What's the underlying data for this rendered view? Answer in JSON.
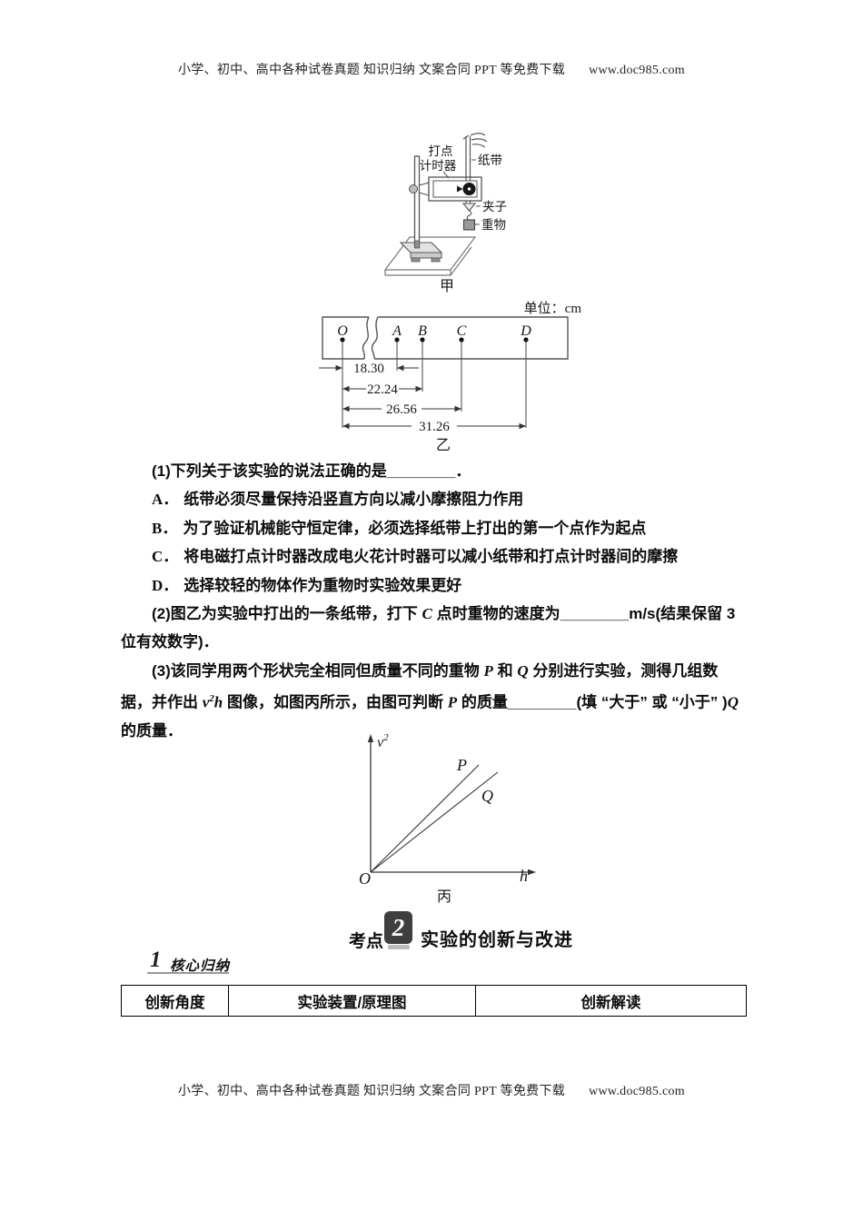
{
  "page": {
    "header": {
      "text": "小学、初中、高中各种试卷真题 知识归纳 文案合同 PPT 等免费下载",
      "url": "www.doc985.com"
    },
    "footer": {
      "text": "小学、初中、高中各种试卷真题 知识归纳 文案合同 PPT 等免费下载",
      "url": "www.doc985.com"
    }
  },
  "figure_jia": {
    "labels": {
      "timer_line1": "打点",
      "timer_line2": "计时器",
      "tape": "纸带",
      "clip": "夹子",
      "weight": "重物",
      "caption": "甲"
    }
  },
  "figure_yi": {
    "unit": "单位：cm",
    "points": [
      "O",
      "A",
      "B",
      "C",
      "D"
    ],
    "measurements": [
      "18.30",
      "22.24",
      "26.56",
      "31.26"
    ],
    "caption": "乙"
  },
  "questions": {
    "q1": {
      "text": "(1)下列关于该实验的说法正确的是",
      "blank": "________",
      "period": "．"
    },
    "options": [
      {
        "label": "A．",
        "text": "纸带必须尽量保持沿竖直方向以减小摩擦阻力作用"
      },
      {
        "label": "B．",
        "text": "为了验证机械能守恒定律，必须选择纸带上打出的第一个点作为起点"
      },
      {
        "label": "C．",
        "text": "将电磁打点计时器改成电火花计时器可以减小纸带和打点计时器间的摩擦"
      },
      {
        "label": "D．",
        "text": "选择较轻的物体作为重物时实验效果更好"
      }
    ],
    "q2": {
      "seg1": "(2)图乙为实验中打出的一条纸带，打下 ",
      "var1": "C",
      "seg2": " 点时重物的速度为",
      "blank": "________",
      "seg3": "m/s(结果保留 3 位有效数字)．"
    },
    "q3": {
      "seg1": "(3)该同学用两个形状完全相同但质量不同的重物 ",
      "var1": "P",
      "seg2": " 和 ",
      "var2": "Q",
      "seg3": " 分别进行实验，测得几组数据，并作出 ",
      "var3": "v",
      "sup": "2",
      "var4": "h",
      "seg4": " 图像，如图丙所示，由图可判断 ",
      "var5": "P",
      "seg5": " 的质量",
      "blank": "________",
      "seg6": "(填 “大于” 或 “小于” )",
      "var6": "Q",
      "seg7": " 的质量．"
    }
  },
  "figure_bing": {
    "y_label_base": "v",
    "y_label_sup": "2",
    "x_label": "h",
    "origin": "O",
    "line_p": "P",
    "line_q": "Q",
    "caption": "丙"
  },
  "chart_data": {
    "type": "line",
    "title": "丙",
    "xlabel": "h",
    "ylabel": "v^2",
    "grid": false,
    "axis_origin_label": "O",
    "x_range": [
      0,
      1
    ],
    "y_range": [
      0,
      1
    ],
    "series": [
      {
        "name": "P",
        "x": [
          0,
          0.82
        ],
        "y": [
          0,
          0.81
        ]
      },
      {
        "name": "Q",
        "x": [
          0,
          0.96
        ],
        "y": [
          0,
          0.76
        ]
      }
    ],
    "notes": "两条过原点的直线示意图，P 的斜率大于 Q，坐标轴无数值刻度"
  },
  "section": {
    "kaodian": "考点",
    "number": "2",
    "title": "实验的创新与改进",
    "sub_number": "1",
    "sub_title": "核心归纳"
  },
  "table": {
    "headers": [
      "创新角度",
      "实验装置/原理图",
      "创新解读"
    ]
  }
}
